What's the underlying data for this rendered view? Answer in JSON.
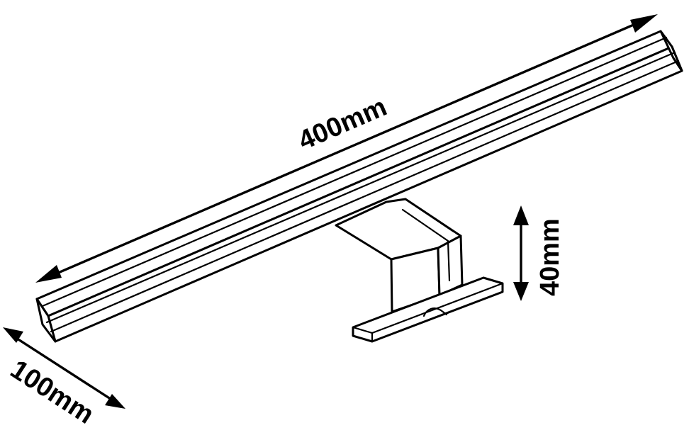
{
  "dimensions": {
    "length": "400mm",
    "height": "40mm",
    "depth": "100mm"
  },
  "colors": {
    "line": "#000000",
    "background": "#ffffff"
  }
}
